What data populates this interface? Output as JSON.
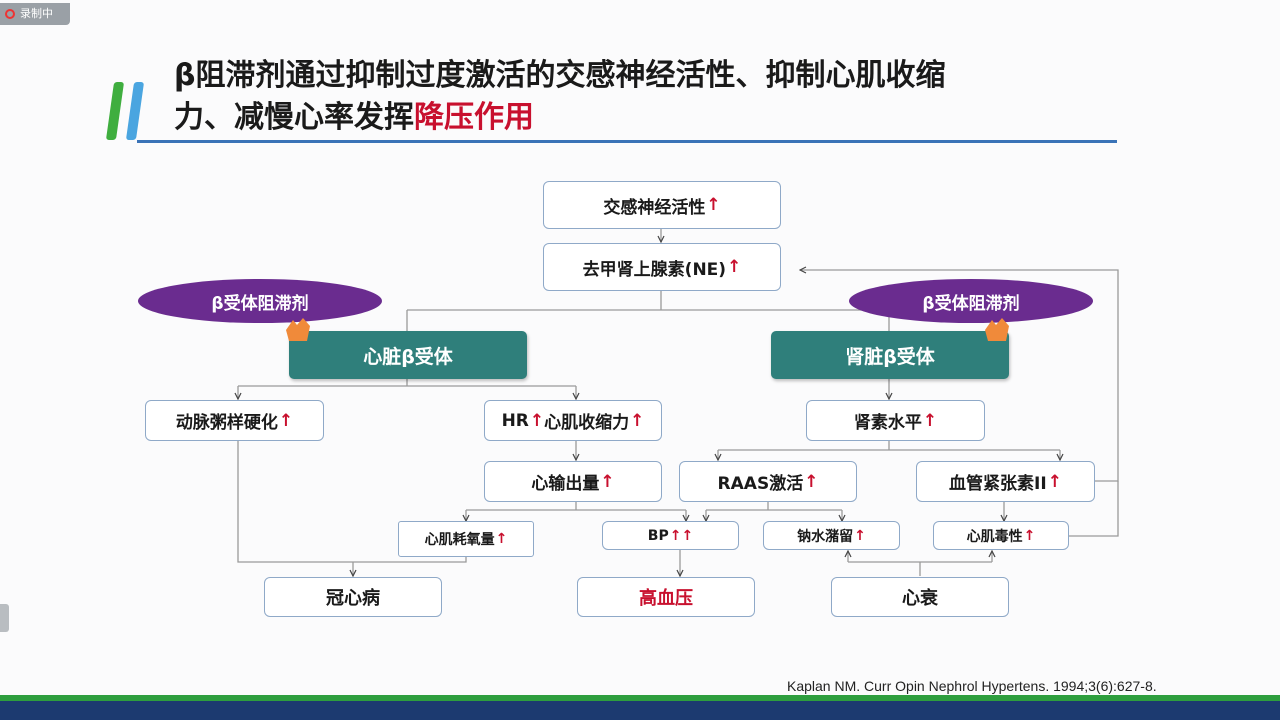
{
  "recording": {
    "label": "录制中"
  },
  "title": {
    "line1": "β阻滞剂通过抑制过度激活的交感神经活性、抑制心肌收缩",
    "line2_pre": "力、减慢心率发挥",
    "line2_highlight": "降压作用"
  },
  "colors": {
    "accent_red": "#c8102e",
    "teal": "#2f7f7b",
    "purple": "#6a2c8f",
    "blocker_orange": "#f08a3a",
    "rule_blue": "#3a73b7"
  },
  "diagram": {
    "up_arrow": "↑",
    "double_up_arrow": "↑↑",
    "nodes": {
      "sympathetic": "交感神经活性",
      "ne": "去甲肾上腺素(NE)",
      "blocker_left": "β受体阻滞剂",
      "blocker_right": "β受体阻滞剂",
      "cardiac_receptor": "心脏β受体",
      "renal_receptor": "肾脏β受体",
      "atherosclerosis": "动脉粥样硬化",
      "hr_prefix": "HR",
      "hr_suffix": "心肌收缩力",
      "renin": "肾素水平",
      "cardiac_output": "心输出量",
      "raas": "RAAS激活",
      "angiotensin": "血管紧张素II",
      "oxygen": "心肌耗氧量",
      "bp": "BP",
      "sodium": "钠水潴留",
      "toxicity": "心肌毒性",
      "chd": "冠心病",
      "hypertension": "高血压",
      "heart_failure": "心衰"
    }
  },
  "citation": "Kaplan NM. Curr Opin Nephrol Hypertens. 1994;3(6):627-8."
}
